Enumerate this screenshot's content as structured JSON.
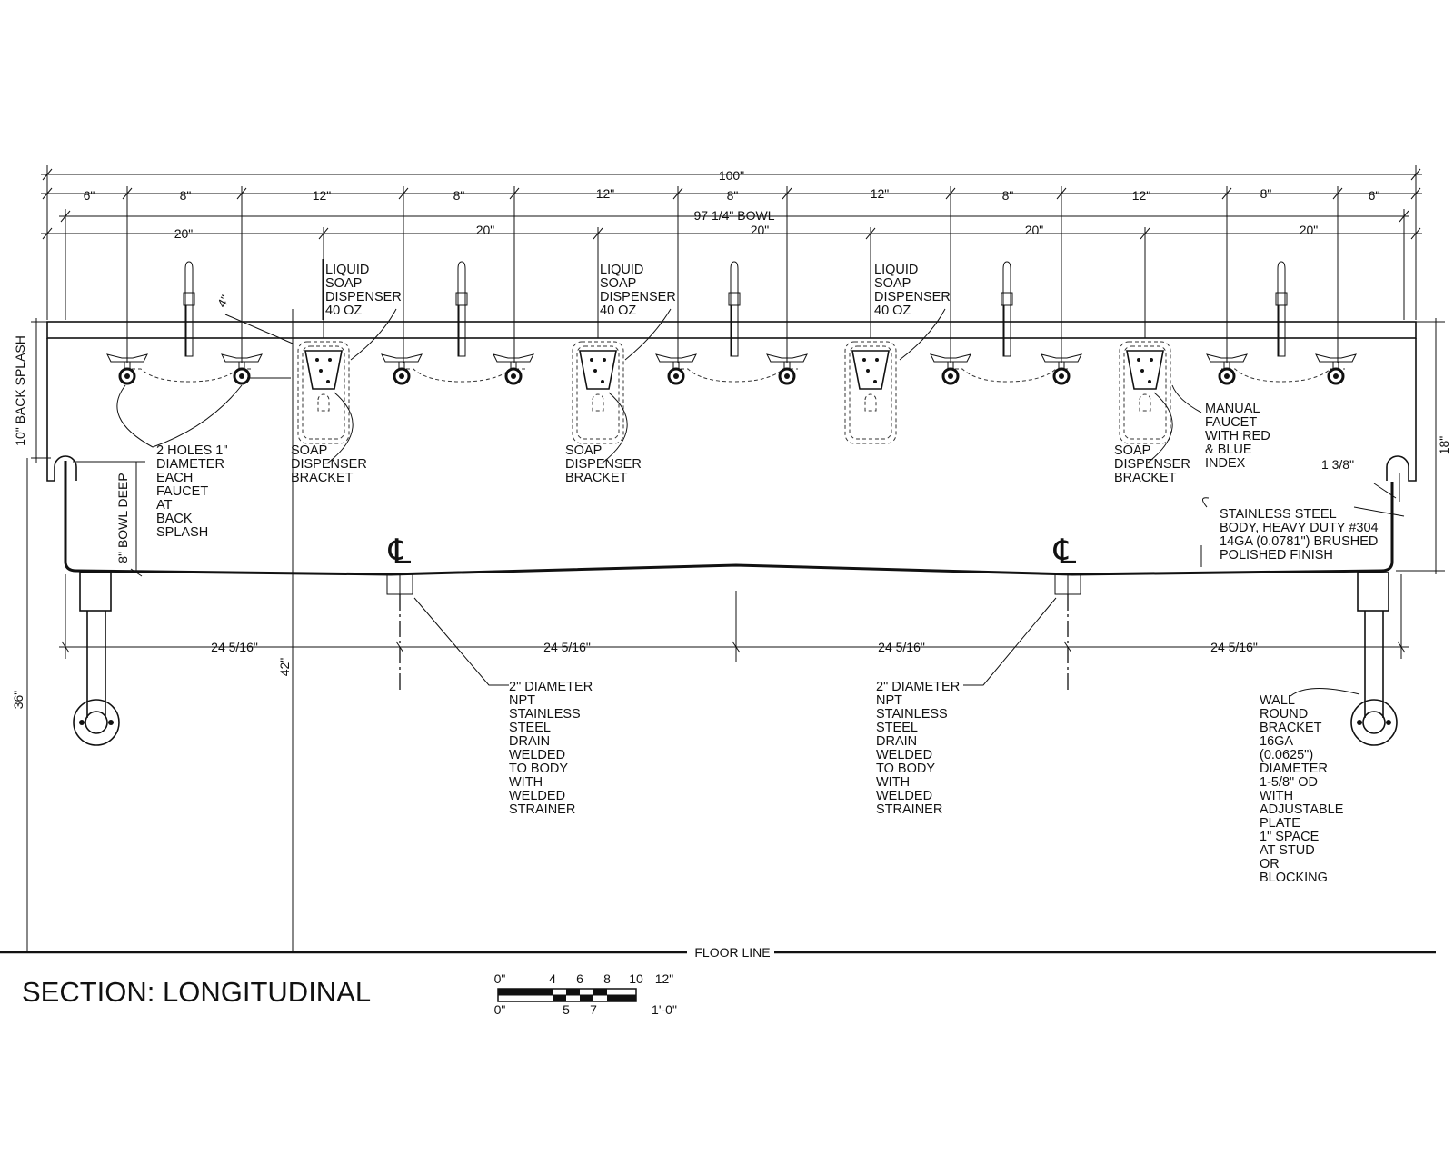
{
  "dimensions": {
    "overall": "100\"",
    "bowl_width": "97 1/4\" BOWL",
    "segments": [
      "6\"",
      "8\"",
      "12\"",
      "8\"",
      "12\"",
      "8\"",
      "12\"",
      "8\"",
      "12\"",
      "8\"",
      "6\""
    ],
    "stations": [
      "20\"",
      "20\"",
      "20\"",
      "20\"",
      "20\""
    ],
    "drain_spacing": [
      "24 5/16\"",
      "24 5/16\"",
      "24 5/16\"",
      "24 5/16\""
    ],
    "back_splash": "10\" BACK SPLASH",
    "bowl_deep": "8\" BOWL DEEP",
    "height_36": "36\"",
    "height_42": "42\"",
    "height_18": "18\"",
    "dim_4": "4\"",
    "dim_1_3_8": "1 3/8\""
  },
  "notes": {
    "liquid_soap": [
      "LIQUID",
      "SOAP",
      "DISPENSER",
      "40 OZ"
    ],
    "soap_bracket": [
      "SOAP",
      "DISPENSER",
      "BRACKET"
    ],
    "holes": [
      "2 HOLES 1\"",
      "DIAMETER",
      "EACH",
      "FAUCET",
      "AT",
      "BACK",
      "SPLASH"
    ],
    "manual_faucet": [
      "MANUAL",
      "FAUCET",
      "WITH RED",
      "& BLUE",
      "INDEX"
    ],
    "body": [
      "STAINLESS STEEL",
      "BODY, HEAVY DUTY #304",
      "14GA (0.0781\") BRUSHED",
      "POLISHED FINISH"
    ],
    "drain": [
      "2\" DIAMETER",
      "NPT",
      "STAINLESS",
      "STEEL",
      "DRAIN",
      "WELDED",
      "TO BODY",
      "WITH",
      "WELDED",
      "STRAINER"
    ],
    "wall_bracket": [
      "WALL",
      "ROUND",
      "BRACKET",
      "16GA",
      "(0.0625\")",
      "DIAMETER",
      "1-5/8\" OD",
      "WITH",
      "ADJUSTABLE",
      "PLATE",
      "1\" SPACE",
      "AT STUD",
      "OR",
      "BLOCKING"
    ],
    "floor_line": "FLOOR LINE",
    "centerline_symbol": "℄"
  },
  "title": "SECTION: LONGITUDINAL",
  "scale_bar": {
    "top_labels": [
      "0\"",
      "4",
      "6",
      "8",
      "10",
      "12\""
    ],
    "bottom_labels": [
      "0\"",
      "5",
      "7",
      "1'-0\""
    ]
  }
}
